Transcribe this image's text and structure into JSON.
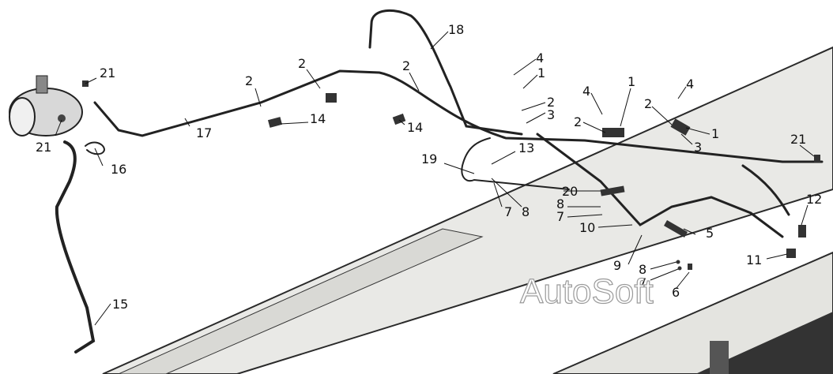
{
  "diagram": {
    "callouts": [
      "1",
      "2",
      "3",
      "4",
      "5",
      "6",
      "7",
      "8",
      "9",
      "10",
      "11",
      "12",
      "13",
      "14",
      "15",
      "16",
      "17",
      "18",
      "19",
      "20",
      "21"
    ],
    "watermark": "AutoSoft"
  },
  "colors": {
    "line": "#111111",
    "frame": "#e9e9e6",
    "frame_dark": "#2a2a2a",
    "background": "#ffffff",
    "watermark_stroke": "#9a9a9a"
  }
}
